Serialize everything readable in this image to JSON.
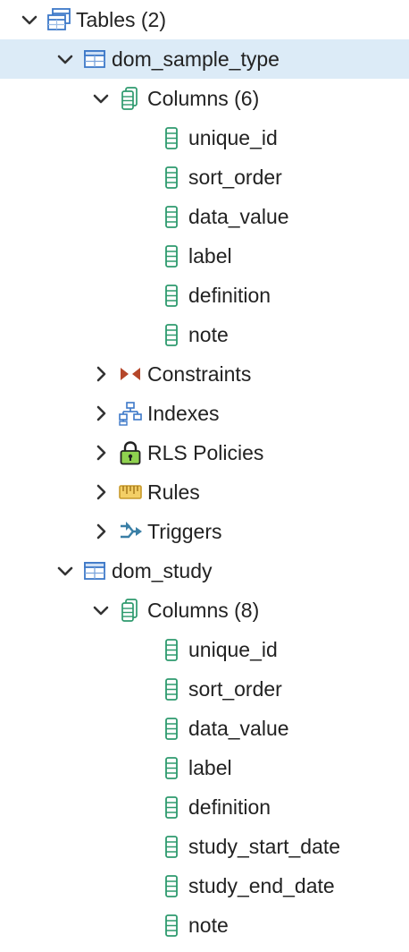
{
  "colors": {
    "selected_row": "#dcebf7",
    "table_icon": "#3c78c8",
    "column_icon": "#2e9a6e",
    "constraint_icon": "#b5472a",
    "rules_icon": "#e2b13c",
    "triggers_icon": "#3a7fa6"
  },
  "tree": {
    "tables_label": "Tables (2)",
    "tables": [
      {
        "name": "dom_sample_type",
        "columns_label": "Columns (6)",
        "columns": [
          "unique_id",
          "sort_order",
          "data_value",
          "label",
          "definition",
          "note"
        ],
        "groups": {
          "constraints": "Constraints",
          "indexes": "Indexes",
          "rls_policies": "RLS Policies",
          "rules": "Rules",
          "triggers": "Triggers"
        }
      },
      {
        "name": "dom_study",
        "columns_label": "Columns (8)",
        "columns": [
          "unique_id",
          "sort_order",
          "data_value",
          "label",
          "definition",
          "study_start_date",
          "study_end_date",
          "note"
        ]
      }
    ]
  }
}
